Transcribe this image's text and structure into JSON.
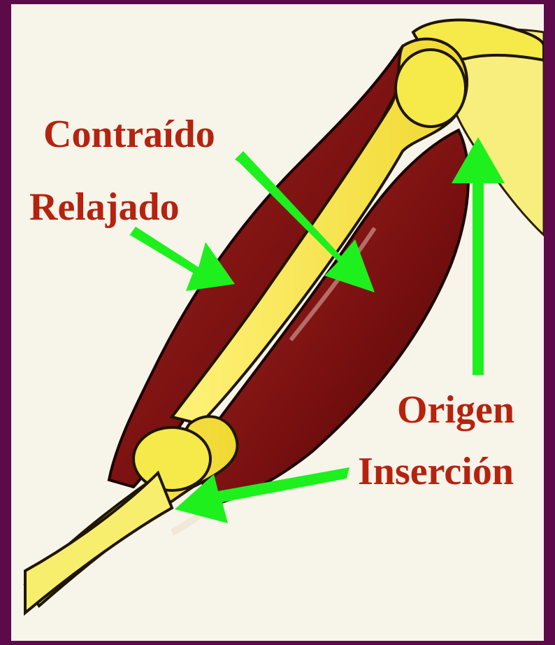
{
  "labels": {
    "contracted": "Contraído",
    "relaxed": "Relajado",
    "origin": "Origen",
    "insertion": "Inserción"
  },
  "colors": {
    "frame": "#5c0a4a",
    "background": "#f7f4ea",
    "label_text": "#b5230f",
    "arrow": "#1ef01e",
    "muscle": "#7a1010",
    "bone": "#f6e94a"
  }
}
